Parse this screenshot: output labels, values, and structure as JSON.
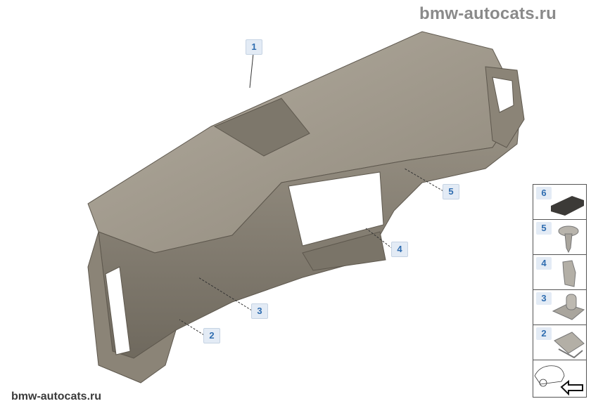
{
  "watermark_top": "bmw-autocats.ru",
  "watermark_bottom": "bmw-autocats.ru",
  "callouts": [
    "1",
    "2",
    "3",
    "4",
    "5"
  ],
  "parts_panel": [
    {
      "number": "6",
      "icon": "pad-icon"
    },
    {
      "number": "5",
      "icon": "screw-icon"
    },
    {
      "number": "4",
      "icon": "clip-icon"
    },
    {
      "number": "3",
      "icon": "nut-clip-icon"
    },
    {
      "number": "2",
      "icon": "spring-nut-icon"
    }
  ],
  "nav_icon": "car-arrow-icon",
  "colors": {
    "part": "#a39c8f",
    "callout_text": "#2f6db0",
    "callout_bg": "#e3ebf5"
  }
}
